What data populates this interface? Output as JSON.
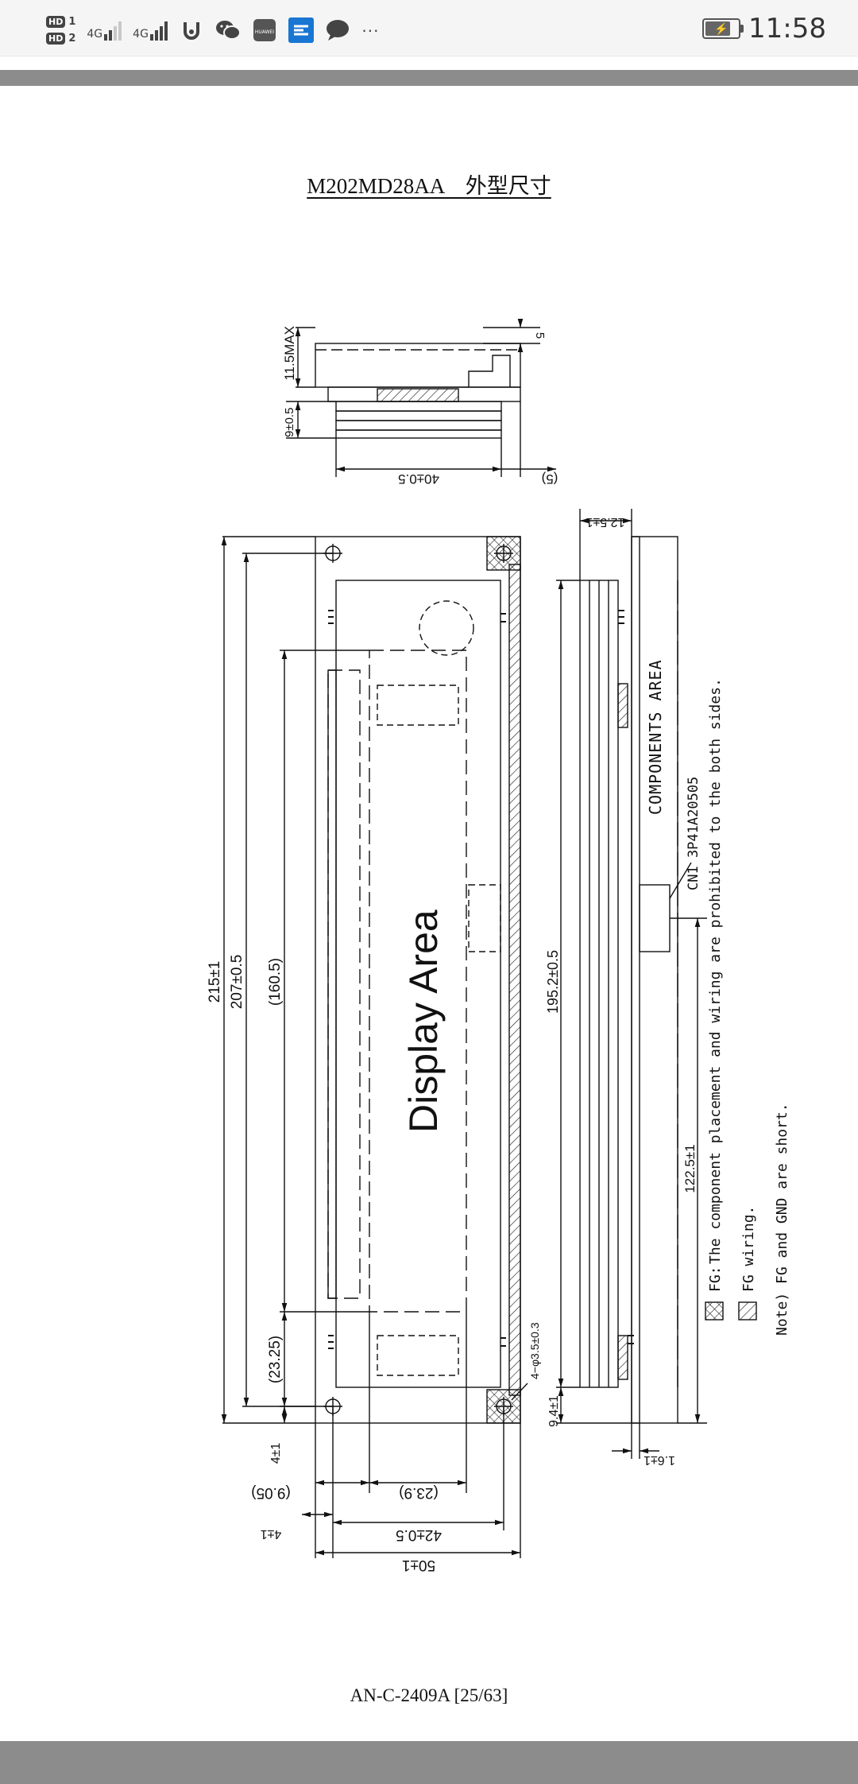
{
  "status_bar": {
    "sim1_label": "HD",
    "sim1_index": "1",
    "sim2_label": "HD",
    "sim2_index": "2",
    "net1": "4G",
    "net2": "4G",
    "signal1_level": 0.6,
    "signal2_level": 1.0,
    "app_icons": [
      "u-icon",
      "wechat-icon",
      "huawei-icon",
      "blue-app-icon",
      "message-bubble-icon"
    ],
    "more": "···",
    "battery_level": 0.85,
    "time": "11:58"
  },
  "document": {
    "title": "M202MD28AA　外型尺寸",
    "footer": "AN-C-2409A [25/63]"
  },
  "drawing": {
    "side_view": {
      "max_height": "11.5MAX",
      "dim_5": "5",
      "dim_9": "9±0.5",
      "dim_40": "40±0.5",
      "dim_5_paren": "(5)"
    },
    "front_view": {
      "display_area": "Display Area",
      "dim_215": "215±1",
      "dim_207": "207±0.5",
      "dim_160_5": "(160.5)",
      "dim_23_25": "(23.25)",
      "dim_4_left": "4±1",
      "dim_9_05": "(9.05)",
      "dim_23_9": "(23.9)",
      "dim_4_bottom": "4±1",
      "dim_42": "42±0.5",
      "dim_50": "50±1",
      "holes": "4−φ3.5±0.3"
    },
    "edge_view": {
      "dim_12_5": "12.5±1",
      "dim_195_2": "195.2±0.5",
      "dim_9_4": "9.4±1",
      "dim_122_5": "122.5±1",
      "dim_1_6": "1.6±1",
      "components_area": "COMPONENTS AREA",
      "connector": "CN1  3P41A20505"
    },
    "notes": {
      "line1": "The component placement and wiring are prohibited to the both sides.",
      "fg_prefix": "FG:",
      "line2": "FG wiring.",
      "line3": "Note) FG and GND are short."
    }
  }
}
